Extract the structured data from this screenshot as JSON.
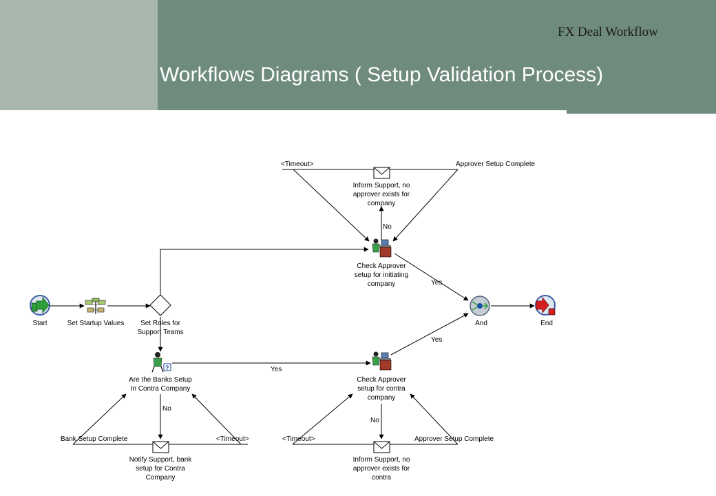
{
  "header": {
    "brand": "FX Deal Workflow",
    "title": "Workflows Diagrams ( Setup Validation Process)"
  },
  "colors": {
    "header_light": "#a9b8ad",
    "header_dark": "#6f8b7e",
    "start_icon": "#2e9e3a",
    "end_icon": "#d62020"
  },
  "diagram": {
    "nodes": {
      "start": "Start",
      "startup": "Set Startup Values",
      "roles": [
        "Set Roles for",
        "Support Teams"
      ],
      "and": "And",
      "end": "End",
      "check_top": [
        "Check Approver",
        "setup for initiating",
        "company"
      ],
      "notify_top": [
        "Inform Support, no",
        "approver exists for",
        "company"
      ],
      "banks": [
        "Are the Banks Setup",
        "In Contra Company"
      ],
      "check_contra": [
        "Check Approver",
        "setup for contra",
        "company"
      ],
      "notify_bank": [
        "Notify Support, bank",
        "setup for Contra",
        "Company"
      ],
      "notify_contra": [
        "Inform Support, no",
        "approver exists for",
        "contra"
      ]
    },
    "edge_labels": {
      "timeout_top": "<Timeout>",
      "approver_complete_top": "Approver Setup Complete",
      "no_top": "No",
      "yes_top": "Yes",
      "yes_contra_and": "Yes",
      "yes_banks_contra": "Yes",
      "no_banks": "No",
      "bank_setup_complete": "Bank Setup Complete",
      "timeout_bank": "<Timeout>",
      "timeout_contra": "<Timeout>",
      "no_contra": "No",
      "approver_complete_contra": "Approver Setup Complete"
    }
  }
}
